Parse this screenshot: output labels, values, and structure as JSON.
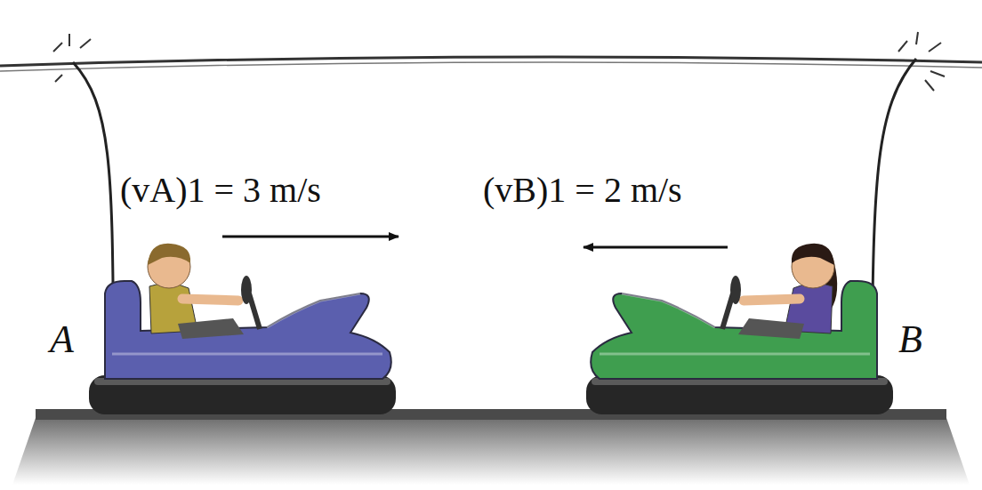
{
  "diagram": {
    "labels": [
      "(vA)1 = 3 m/s",
      "(vB)1 = 2 m/s",
      "A",
      "B"
    ]
  }
}
